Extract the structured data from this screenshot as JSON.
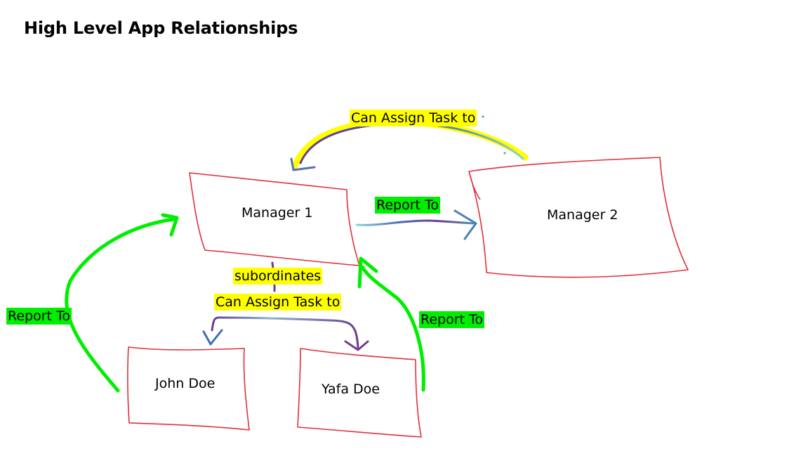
{
  "title": "High Level App Relationships",
  "nodes": {
    "manager1": "Manager 1",
    "manager2": "Manager 2",
    "john": "John Doe",
    "yafa": "Yafa Doe"
  },
  "labels": {
    "can_assign_top": "Can Assign Task to",
    "report_to_m1_m2": "Report To",
    "subordinates": "subordinates",
    "can_assign_sub": "Can Assign Task to",
    "report_to_left": "Report To",
    "report_to_right": "Report To"
  },
  "colors": {
    "box_stroke": "#e0303a",
    "highlight_yellow": "#ffff00",
    "highlight_green": "#00ee00",
    "arrow_green": "#00ee00",
    "arrow_ink_purple": "#6a3d8f",
    "arrow_ink_teal": "#4a9bb5"
  }
}
